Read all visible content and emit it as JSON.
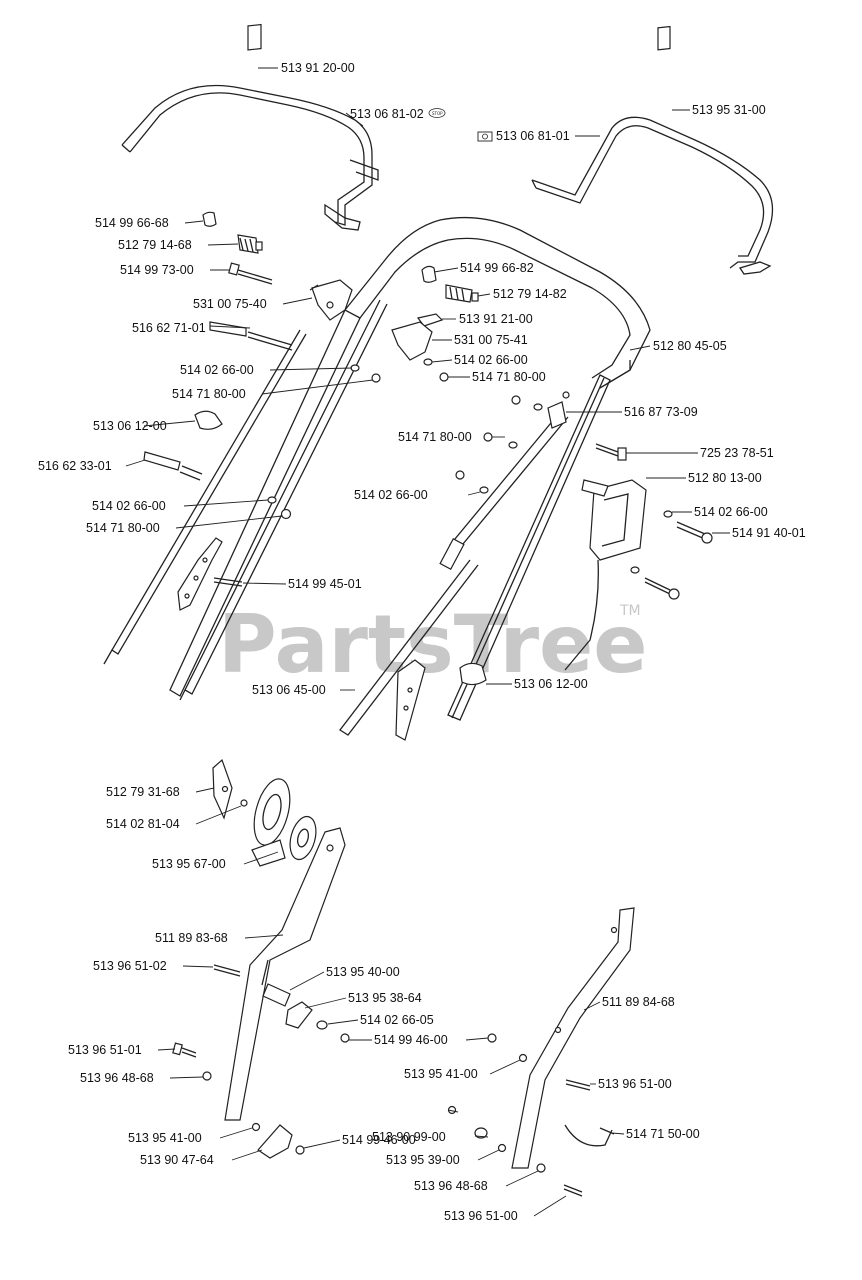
{
  "watermark": {
    "brand": "PartsTree",
    "tm": "TM"
  },
  "stop_badge": "STOP",
  "labels": [
    "513 91 20-00",
    "513 06 81-02",
    "513 95 31-00",
    "513 06 81-01",
    "514 99 66-68",
    "512 79 14-68",
    "514 99 73-00",
    "531 00 75-40",
    "516 62 71-01",
    "514 99 66-82",
    "512 79 14-82",
    "513 91 21-00",
    "531 00 75-41",
    "512 80 45-05",
    "514 02 66-00",
    "514 71 80-00",
    "514 02 66-00",
    "514 71 80-00",
    "516 87 73-09",
    "513 06 12-00",
    "514 71 80-00",
    "725 23 78-51",
    "516 62 33-01",
    "512 80 13-00",
    "514 02 66-00",
    "514 02 66-00",
    "514 91 40-01",
    "514 02 66-00",
    "514 71 80-00",
    "514 99 45-01",
    "513 06 12-00",
    "513 06 45-00",
    "512 79 31-68",
    "514 02 81-04",
    "513 95 67-00",
    "511 89 83-68",
    "513 96 51-02",
    "513 95 40-00",
    "513 95 38-64",
    "514 02 66-05",
    "511 89 84-68",
    "514 99 46-00",
    "513 96 51-01",
    "513 95 41-00",
    "513 96 48-68",
    "513 96 51-00",
    "513 95 41-00",
    "514 99 46-00",
    "513 90 47-64",
    "514 71 50-00",
    "513 90 99-00",
    "513 95 39-00",
    "513 96 48-68",
    "513 96 51-00"
  ]
}
